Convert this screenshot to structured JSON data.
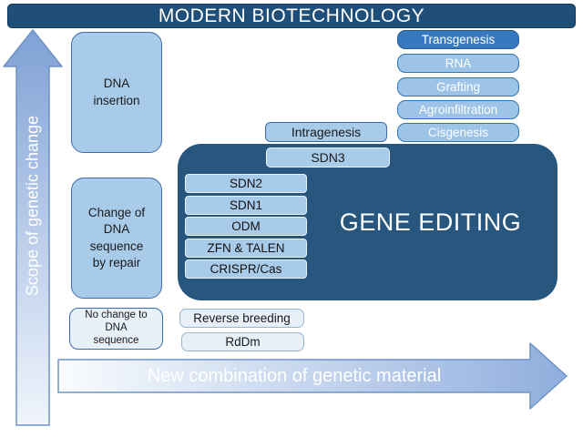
{
  "title": "MODERN BIOTECHNOLOGY",
  "vertical_axis_label": "Scope of genetic change",
  "horizontal_axis_label": "New combination of genetic material",
  "left_column": {
    "dna_insertion": "DNA\ninsertion",
    "change_repair": "Change of\nDNA\nsequence\nby repair",
    "no_change": "No change to\nDNA\nsequence"
  },
  "right_column": [
    "Transgenesis",
    "RNA",
    "Grafting",
    "Agroinfiltration",
    "Cisgenesis"
  ],
  "intragenesis_label": "Intragenesis",
  "sdn3_label": "SDN3",
  "gene_editing": {
    "title": "GENE EDITING",
    "techniques": [
      "SDN2",
      "SDN1",
      "ODM",
      "ZFN & TALEN",
      "CRISPR/Cas"
    ]
  },
  "bottom_boxes": [
    "Reverse breeding",
    "RdDm"
  ],
  "colors": {
    "banner_fill": "#1F4E79",
    "banner_border": "#16395C",
    "dark_box_fill": "#27567F",
    "light_box_fill": "#A9CBEA",
    "light_box_border": "#3C6CA8",
    "right_box_fill": "#9DC3E6",
    "right_box_border": "#2E74B5",
    "highlight_fill": "#3679BE",
    "highlight_border": "#1F5C99",
    "pale_box_fill": "#E7F0F9",
    "pale_box_border": "#9AB4CC",
    "inner_box_fill": "#A9CBEA",
    "inner_box_border": "#EAF2FA",
    "arrow_border": "#6E93C4",
    "arrow_v_top": "#7FA1D6",
    "arrow_v_bottom": "#F0F5FC",
    "arrow_h_left": "#FAFCFE",
    "arrow_h_right": "#8FAEDD"
  }
}
